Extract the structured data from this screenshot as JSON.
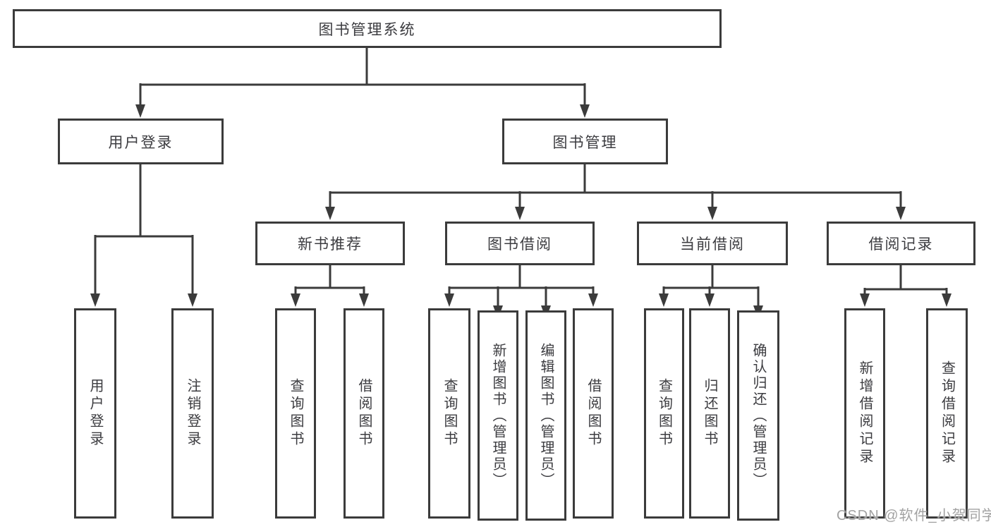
{
  "colors": {
    "line": "#3b3b3b",
    "box_border": "#3b3b3b",
    "text": "#3c3c40",
    "watermark": "#a2a2a2",
    "background": "#ffffff"
  },
  "watermark": {
    "text": "CSDN @软件_小贺同学"
  },
  "tree": {
    "root": "图书管理系统",
    "children": [
      {
        "label": "用户登录",
        "children": [
          "用户登录",
          "注销登录"
        ]
      },
      {
        "label": "图书管理",
        "children": [
          {
            "label": "新书推荐",
            "children": [
              "查询图书",
              "借阅图书"
            ]
          },
          {
            "label": "图书借阅",
            "children": [
              "查询图书",
              "新增图书（管理员）",
              "编辑图书（管理员）",
              "借阅图书"
            ]
          },
          {
            "label": "当前借阅",
            "children": [
              "查询图书",
              "归还图书",
              "确认归还（管理员）"
            ]
          },
          {
            "label": "借阅记录",
            "children": [
              "新增借阅记录",
              "查询借阅记录"
            ]
          }
        ]
      }
    ]
  }
}
